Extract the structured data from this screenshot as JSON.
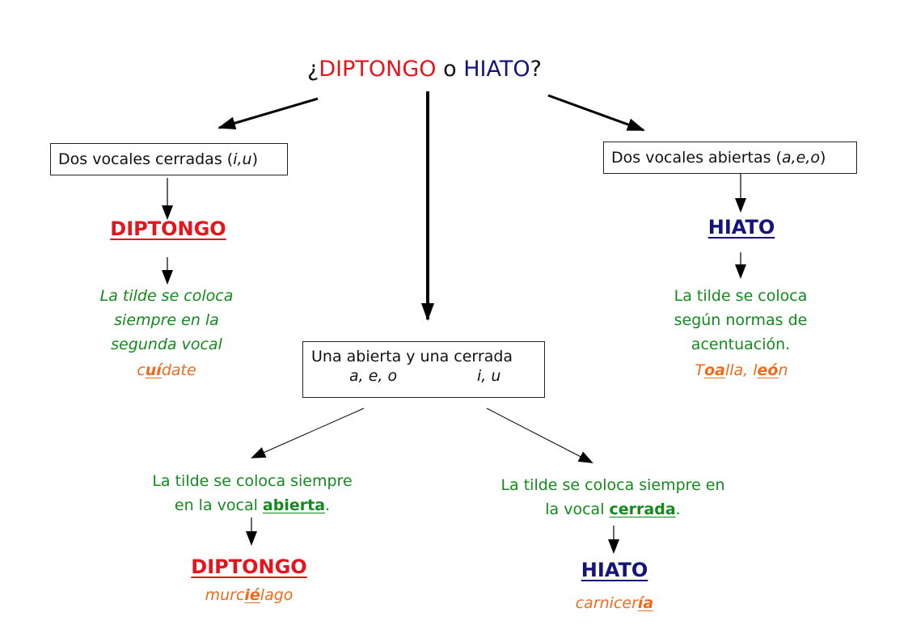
{
  "title": {
    "prefix": "¿",
    "word1": "DIPTONGO",
    "connector": " o ",
    "word2": "HIATO",
    "suffix": "?"
  },
  "left_branch": {
    "box_text": "Dos vocales cerradas (",
    "box_vowels": "i,u",
    "box_close": ")",
    "result": "DIPTONGO",
    "rule_lines": [
      "La tilde se coloca",
      "siempre en la",
      "segunda vocal"
    ],
    "example": {
      "pre": "c",
      "highlight": "uí",
      "post": "date"
    }
  },
  "right_branch": {
    "box_text": "Dos vocales abiertas (",
    "box_vowels": "a,e,o",
    "box_close": ")",
    "result": "HIATO",
    "rule_lines": [
      "La tilde se coloca",
      "según normas de",
      "acentuación."
    ],
    "example": {
      "pre1": "T",
      "highlight1": "oa",
      "post1": "lla, ",
      "pre2": "l",
      "highlight2": "eó",
      "post2": "n"
    }
  },
  "center_branch": {
    "box_line1": "Una abierta y una cerrada",
    "box_open_vowels": "a, e, o",
    "box_closed_vowels": "i, u",
    "left_sub": {
      "rule_line1": "La tilde se coloca siempre",
      "rule_line2_pre": "en la vocal ",
      "rule_line2_bold": "abierta",
      "rule_line2_post": ".",
      "result": "DIPTONGO",
      "example": {
        "pre": "murc",
        "highlight": "ié",
        "post": "lago"
      }
    },
    "right_sub": {
      "rule_line1": "La tilde se coloca siempre en",
      "rule_line2_pre": "la vocal ",
      "rule_line2_bold": "cerrada",
      "rule_line2_post": ".",
      "result": "HIATO",
      "example": {
        "pre": "carnicer",
        "highlight": "ía",
        "post": ""
      }
    }
  },
  "colors": {
    "diptongo_red": "#e8141c",
    "hiato_blue": "#14147a",
    "rule_green": "#138a1c",
    "example_orange": "#f06a1c"
  }
}
